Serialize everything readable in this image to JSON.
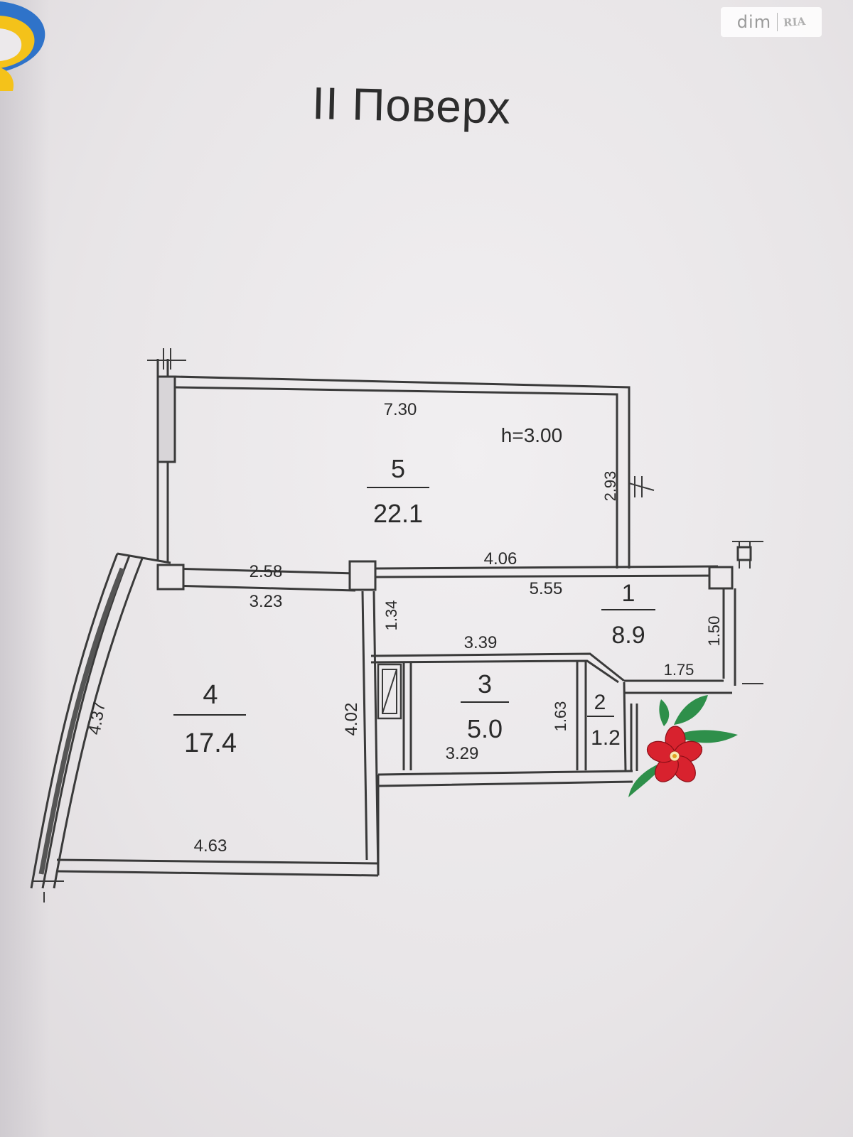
{
  "title": "ІІ Поверх",
  "watermark": {
    "brand_left": "dim",
    "brand_right": "RIA"
  },
  "ceiling_height": "h=3.00",
  "rooms": [
    {
      "number": "5",
      "area": "22.1"
    },
    {
      "number": "1",
      "area": "8.9"
    },
    {
      "number": "4",
      "area": "17.4"
    },
    {
      "number": "3",
      "area": "5.0"
    },
    {
      "number": "2",
      "area": "1.2"
    }
  ],
  "dimensions": {
    "d_730": "7.30",
    "d_293": "2.93",
    "d_406": "4.06",
    "d_258": "2.58",
    "d_323": "3.23",
    "d_555": "5.55",
    "d_134": "1.34",
    "d_150": "1.50",
    "d_339": "3.39",
    "d_175": "1.75",
    "d_437": "4.37",
    "d_402": "4.02",
    "d_163": "1.63",
    "d_329": "3.29",
    "d_463": "4.63"
  },
  "colors": {
    "wall": "#3a3a3a",
    "paper": "#ece9eb",
    "flower_petal": "#d8222e",
    "flower_leaf": "#2e8f4a",
    "logo_blue": "#2f73c9",
    "logo_yellow": "#f4c21a"
  },
  "icons": [
    "logo-icon",
    "flower-icon"
  ]
}
